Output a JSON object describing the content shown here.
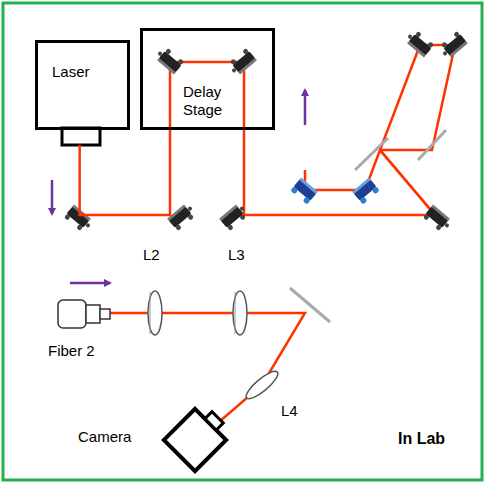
{
  "diagram": {
    "nodes": [
      {
        "text": [
          "Laser"
        ]
      },
      {
        "text": [
          "Delay Stage"
        ]
      }
    ],
    "edges": [
      {
        "from": 0,
        "to": 1,
        "arrow": "none"
      }
    ],
    "labels": [
      "L2",
      "L3",
      "L4",
      "Fiber 2",
      "Camera",
      "In Lab"
    ]
  }
}
